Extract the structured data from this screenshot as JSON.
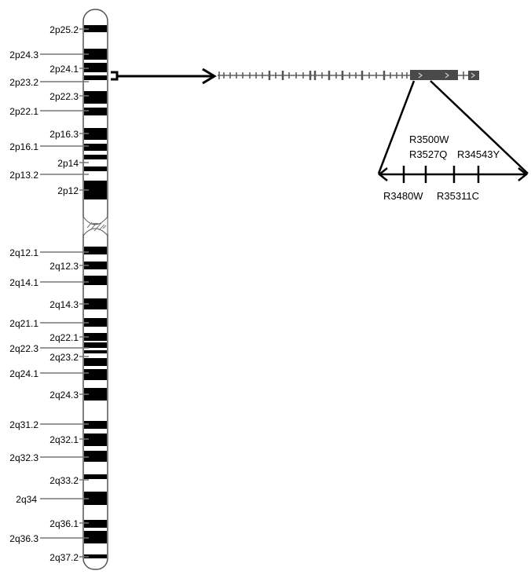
{
  "chromosome": {
    "p_arm_labels": [
      {
        "text": "2p25.2",
        "side": "inner"
      },
      {
        "text": "2p24.3",
        "side": "outer"
      },
      {
        "text": "2p24.1",
        "side": "inner"
      },
      {
        "text": "2p23.2",
        "side": "outer"
      },
      {
        "text": "2p22.3",
        "side": "inner"
      },
      {
        "text": "2p22.1",
        "side": "outer"
      },
      {
        "text": "2p16.3",
        "side": "inner"
      },
      {
        "text": "2p16.1",
        "side": "outer"
      },
      {
        "text": "2p14",
        "side": "inner"
      },
      {
        "text": "2p13.2",
        "side": "outer"
      },
      {
        "text": "2p12",
        "side": "inner"
      }
    ],
    "q_arm_labels": [
      {
        "text": "2q12.1",
        "side": "outer"
      },
      {
        "text": "2q12.3",
        "side": "inner"
      },
      {
        "text": "2q14.1",
        "side": "outer"
      },
      {
        "text": "2q14.3",
        "side": "inner"
      },
      {
        "text": "2q21.1",
        "side": "outer"
      },
      {
        "text": "2q22.1",
        "side": "inner"
      },
      {
        "text": "2q22.3",
        "side": "outer"
      },
      {
        "text": "2q23.2",
        "side": "inner"
      },
      {
        "text": "2q24.1",
        "side": "outer"
      },
      {
        "text": "2q24.3",
        "side": "inner"
      },
      {
        "text": "2q31.2",
        "side": "outer"
      },
      {
        "text": "2q32.1",
        "side": "inner"
      },
      {
        "text": "2q32.3",
        "side": "outer"
      },
      {
        "text": "2q33.2",
        "side": "inner"
      },
      {
        "text": "2q34",
        "side": "outer"
      },
      {
        "text": "2q36.1",
        "side": "inner"
      },
      {
        "text": "2q36.3",
        "side": "outer"
      },
      {
        "text": "2q37.2",
        "side": "inner"
      }
    ]
  },
  "variants": {
    "top": [
      "R3500W",
      "R3527Q",
      "R34543Y"
    ],
    "bottom": [
      "R3480W",
      "R35311C"
    ]
  },
  "colors": {
    "band": "#000000",
    "outline": "#555555",
    "label_line": "#777777",
    "gene_box": "#4a4a4a"
  }
}
